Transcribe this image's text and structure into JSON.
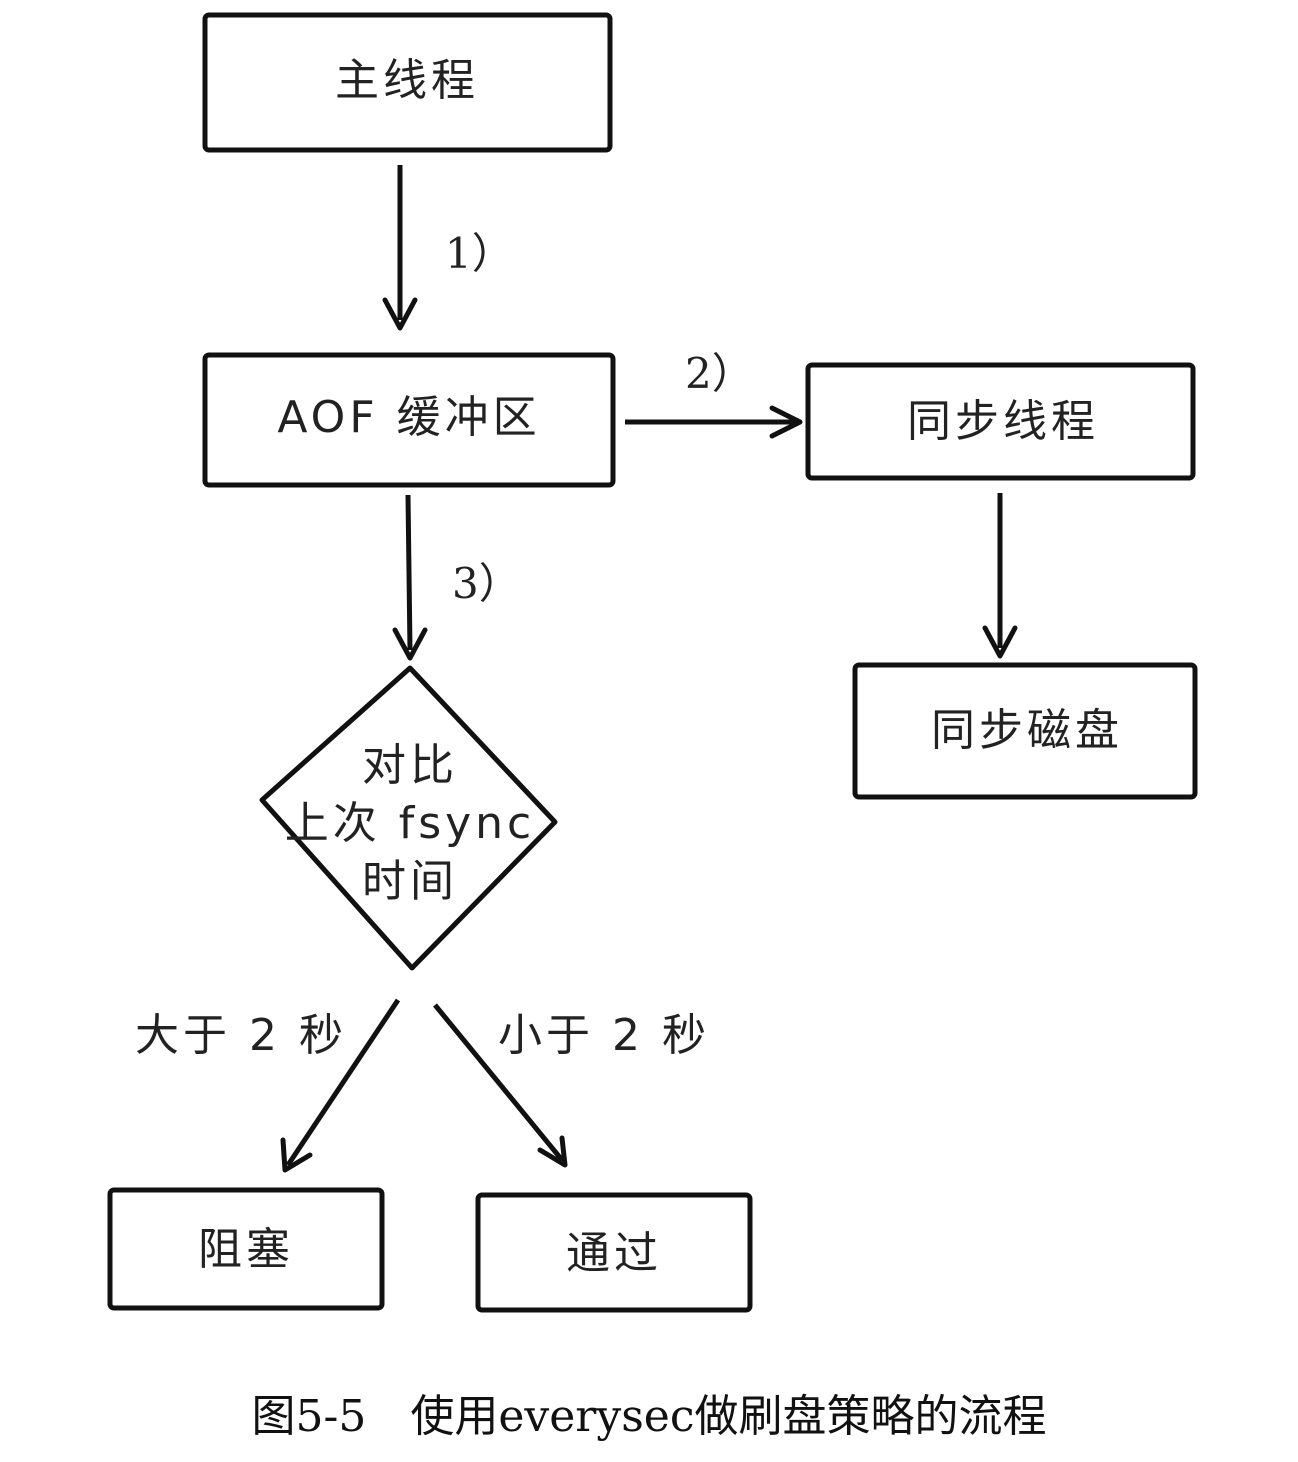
{
  "nodes": {
    "main_thread": "主线程",
    "aof_buffer": "AOF 缓冲区",
    "sync_thread": "同步线程",
    "sync_disk": "同步磁盘",
    "decision": {
      "line1": "对比",
      "line2": "上次 fsync",
      "line3": "时间"
    },
    "block": "阻塞",
    "pass": "通过"
  },
  "edges": {
    "step1": "1）",
    "step2": "2）",
    "step3": "3）",
    "gt2s": "大于 2 秒",
    "lt2s": "小于 2 秒"
  },
  "caption": "图5-5　使用everysec做刷盘策略的流程"
}
